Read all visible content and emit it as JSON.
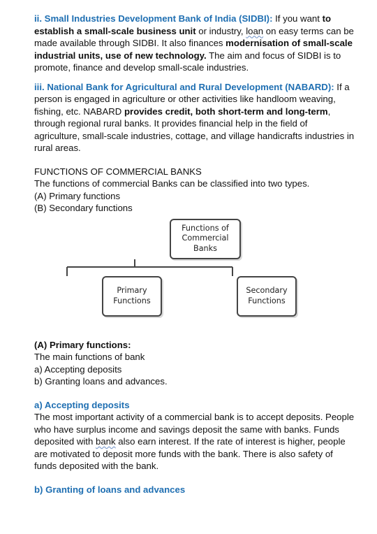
{
  "sidbi": {
    "heading": "ii. Small Industries Development Bank of India (SIDBI):",
    "t1": " If you want ",
    "b1": "to establish a small-scale business unit",
    "t2": " or industry, ",
    "w1": "loan",
    "t3": " on easy terms can be made available through SIDBI. It also finances ",
    "b2": "modernisation of small-scale industrial units, use of new technology.",
    "t4": " The aim and focus of SIDBI is to promote, finance and develop small-scale industries."
  },
  "nabard": {
    "heading": "iii. National Bank for Agricultural and Rural Development (NABARD):",
    "t1": " If a person is engaged in agriculture or other activities like handloom weaving, fishing, etc. NABARD ",
    "b1": "provides credit, both short-term and long-term",
    "t2": ", through regional rural banks. It provides financial help in the field of agriculture, small-scale industries, cottage, and village handicrafts industries in rural areas."
  },
  "functions": {
    "title": "FUNCTIONS OF COMMERCIAL BANKS",
    "intro": "The functions of commercial Banks can be classified into two types.",
    "item_a": "(A) Primary functions",
    "item_b": "(B) Secondary functions"
  },
  "diagram": {
    "root": "Functions of\nCommercial\nBanks",
    "left": "Primary\nFunctions",
    "right": "Secondary\nFunctions"
  },
  "primary": {
    "heading": "(A) Primary functions:",
    "line1": "The main functions of bank",
    "line2": "a) Accepting deposits",
    "line3": "b) Granting loans and advances."
  },
  "deposits": {
    "heading": "a) Accepting deposits",
    "t1": "The most important activity of a commercial bank is to accept deposits. People who have surplus income and savings deposit the same with banks. Funds deposited with ",
    "w1": "bank",
    "t2": " also earn interest. If the rate of interest is higher, people are motivated to deposit more funds with the bank. There is also safety of funds deposited with the bank."
  },
  "loans": {
    "heading": "b) Granting of loans and advances"
  }
}
